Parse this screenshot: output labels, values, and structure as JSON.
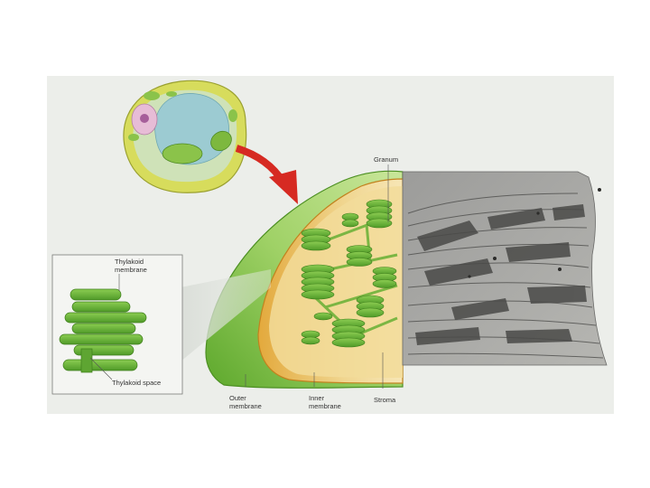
{
  "labels": {
    "granum": "Granum",
    "thylakoid_membrane": "Thylakoid\nmembrane",
    "thylakoid_space": "Thylakoid space",
    "outer_membrane": "Outer\nmembrane",
    "inner_membrane": "Inner\nmembrane",
    "stroma": "Stroma"
  },
  "colors": {
    "background": "#eef0ec",
    "plant_cell_wall": "#d6dc5a",
    "vacuole": "#9cc8d0",
    "nucleus": "#e4b8d4",
    "chloroplast_green": "#7fbf3f",
    "stroma_yellow": "#e9c96a",
    "arrow_red": "#d62a22",
    "micrograph_gray": "#8a8a88"
  }
}
